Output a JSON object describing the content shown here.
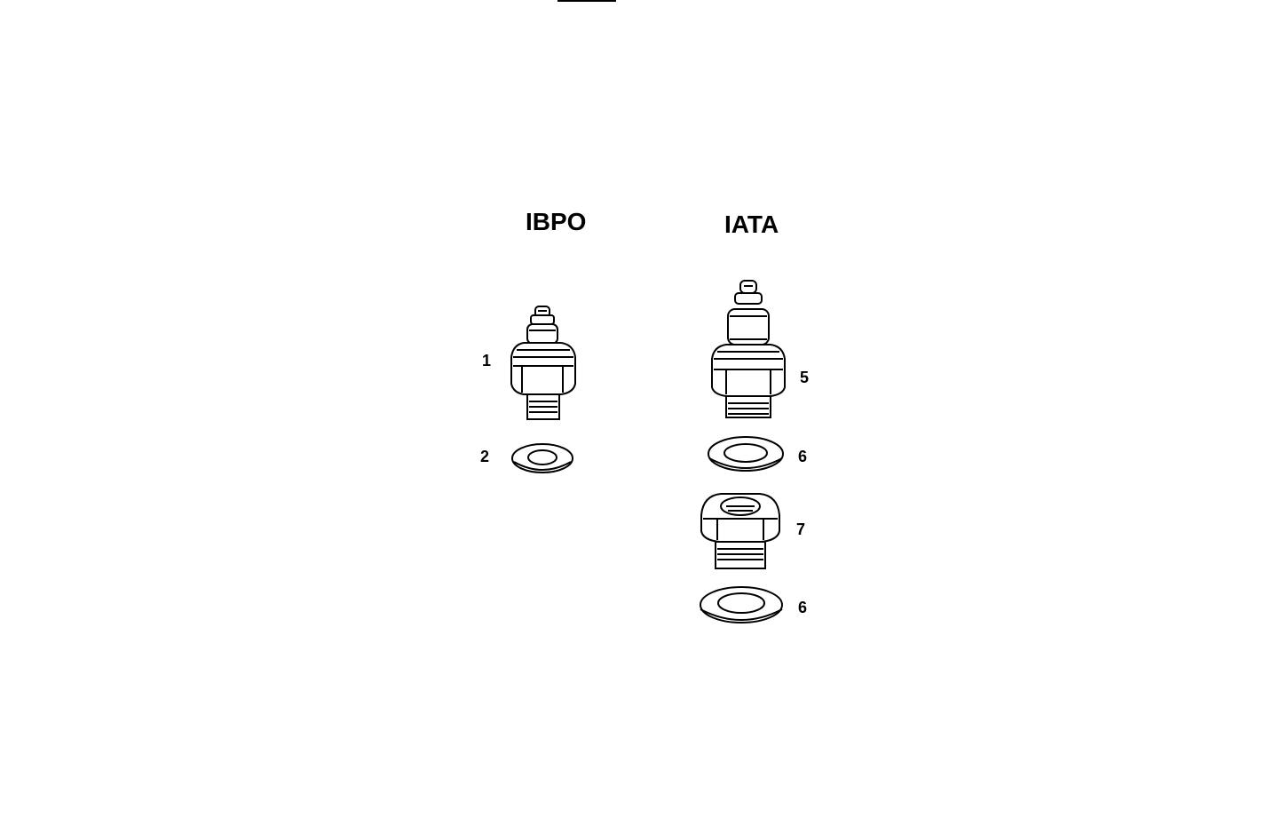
{
  "diagram": {
    "columns": [
      {
        "title": "IBPO",
        "parts": [
          {
            "number": "1",
            "name": "sensor-switch-small"
          },
          {
            "number": "2",
            "name": "sealing-washer"
          }
        ]
      },
      {
        "title": "IATA",
        "parts": [
          {
            "number": "5",
            "name": "sensor-switch-large"
          },
          {
            "number": "6",
            "name": "sealing-washer"
          },
          {
            "number": "7",
            "name": "adapter-fitting"
          },
          {
            "number": "6",
            "name": "sealing-washer"
          }
        ]
      }
    ],
    "colors": {
      "line": "#000000",
      "background": "#ffffff"
    }
  }
}
